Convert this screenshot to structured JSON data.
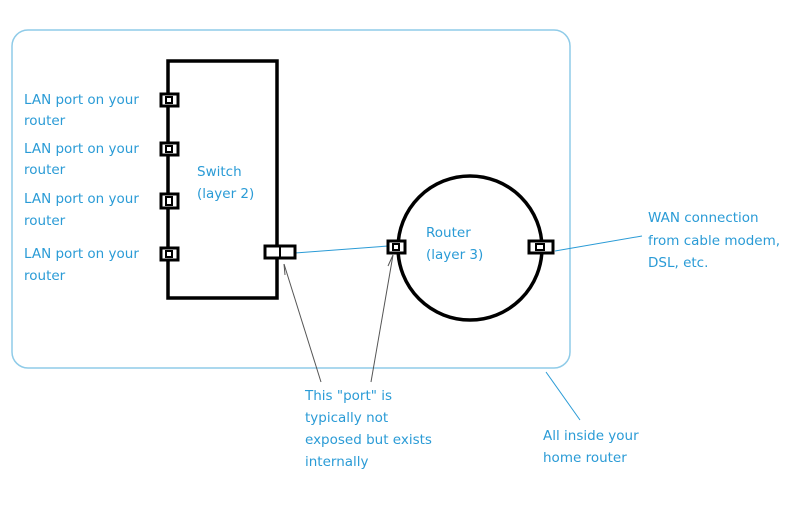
{
  "lan_ports": [
    {
      "line1": "LAN port on your",
      "line2": "router"
    },
    {
      "line1": "LAN port on your",
      "line2": "router"
    },
    {
      "line1": "LAN port on your",
      "line2": "router"
    },
    {
      "line1": "LAN port on your",
      "line2": "router"
    }
  ],
  "switch": {
    "line1": "Switch",
    "line2": "(layer 2)"
  },
  "router": {
    "line1": "Router",
    "line2": "(layer 3)"
  },
  "wan": {
    "line1": "WAN connection",
    "line2": "from cable modem,",
    "line3": "DSL, etc."
  },
  "internal_port_note": {
    "line1": "This \"port\" is",
    "line2": "typically not",
    "line3": "exposed but exists",
    "line4": "internally"
  },
  "home_router_note": {
    "line1": "All inside your",
    "line2": "home router"
  },
  "colors": {
    "label_text": "#2a9bd6",
    "boundary": "#8fcbe8",
    "shapes": "#000000"
  }
}
